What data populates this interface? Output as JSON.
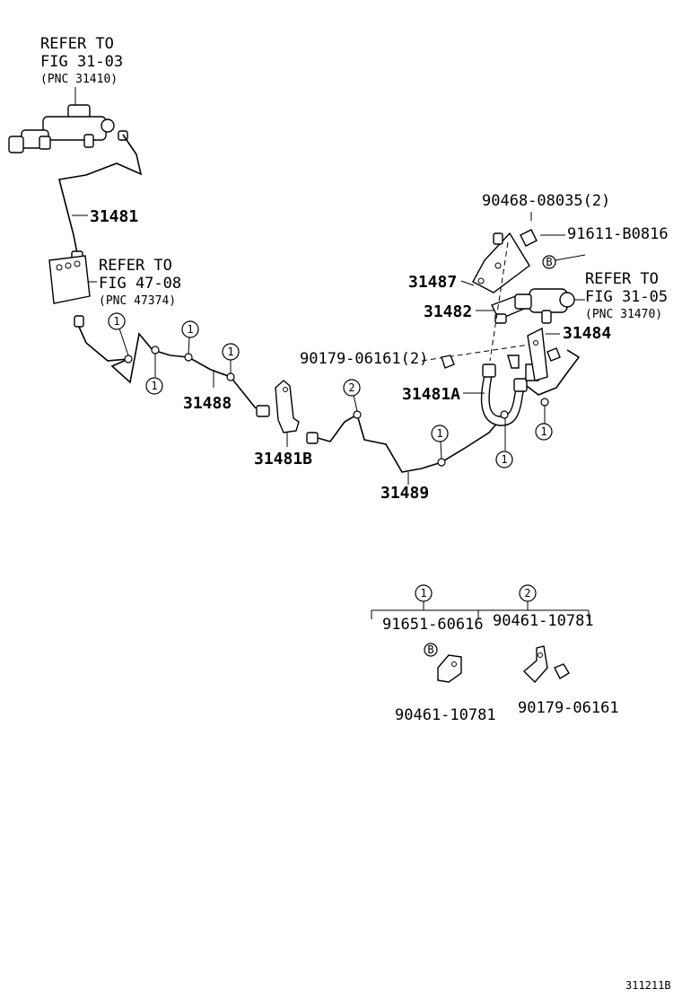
{
  "refs": {
    "master_cyl": {
      "line1": "REFER TO",
      "line2": "FIG 31-03",
      "line3": "(PNC 31410)"
    },
    "reservoir": {
      "line1": "REFER TO",
      "line2": "FIG 47-08",
      "line3": "(PNC 47374)"
    },
    "release_cyl": {
      "line1": "REFER TO",
      "line2": "FIG 31-05",
      "line3": "(PNC 31470)"
    }
  },
  "parts": {
    "p31481": "31481",
    "p31488": "31488",
    "p31481B": "31481B",
    "p31489": "31489",
    "p31481A": "31481A",
    "p31487": "31487",
    "p31482": "31482",
    "p31484": "31484",
    "p90468": "90468-08035(2)",
    "p91611": "91611-B0816",
    "p90179_2": "90179-06161(2)"
  },
  "callouts": {
    "one": "1",
    "two": "2",
    "b": "B"
  },
  "legend": {
    "group1_id": "1",
    "group2_id": "2",
    "g1_part_a": "91651-60616",
    "g1_part_b": "90461-10781",
    "g2_part_a": "90461-10781",
    "g2_part_b": "90179-06161"
  },
  "figure_code": "311211B"
}
